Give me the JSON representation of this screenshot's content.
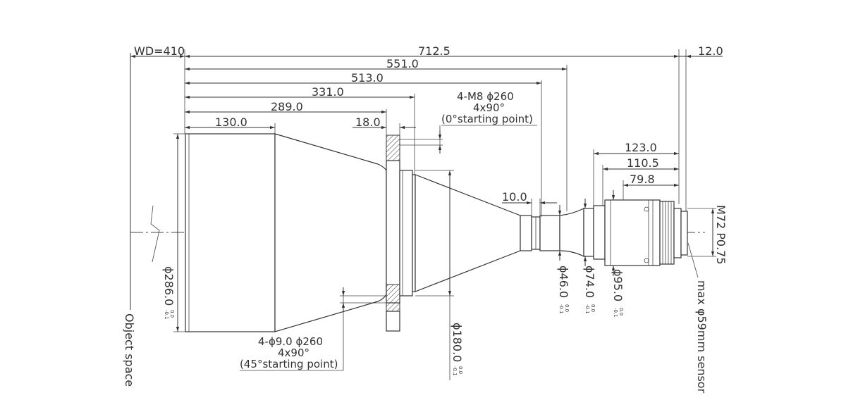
{
  "drawing": {
    "dimensions": {
      "wd": "WD=410",
      "total_length": "712.5",
      "flange_back": "12.0",
      "l551": "551.0",
      "l513": "513.0",
      "l331": "331.0",
      "l289": "289.0",
      "l130": "130.0",
      "l18": "18.0",
      "l10": "10.0",
      "l123": "123.0",
      "l110": "110.5",
      "l79": "79.8"
    },
    "notes": {
      "m8_line1": "4-M8 ϕ260",
      "m8_line2": "4x90°",
      "m8_line3": "(0°starting point)",
      "hole_line1": "4-ϕ9.0  ϕ260",
      "hole_line2": "4x90°",
      "hole_line3": "(45°starting point)"
    },
    "diameters": {
      "d286": "ϕ286.0",
      "d180": "ϕ180.0",
      "d46": "ϕ46.0",
      "d74": "ϕ74.0",
      "d95": "ϕ95.0"
    },
    "tolerances": {
      "upper": "0.0",
      "lower": "-0.1"
    },
    "labels": {
      "mount": "M72 P0.75",
      "sensor": "max φ59mm sensor",
      "object_space": "Object space"
    }
  }
}
